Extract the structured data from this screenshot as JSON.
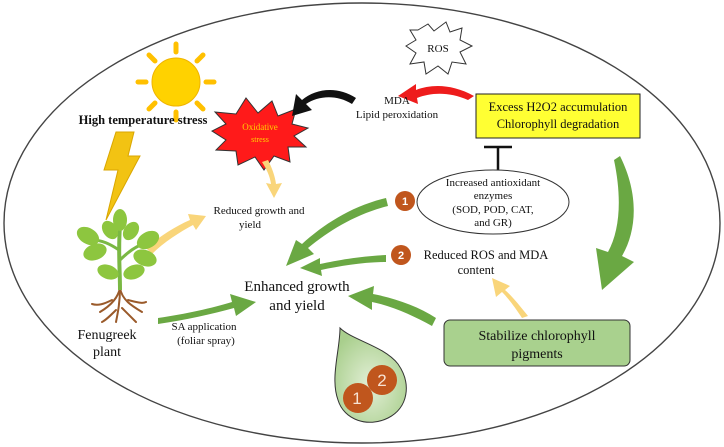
{
  "labels": {
    "high_temp": "High temperature stress",
    "oxidative_line1": "Oxidative",
    "oxidative_line2": "stress",
    "ros": "ROS",
    "mda_line1": "MDA",
    "mda_line2": "Lipid peroxidation",
    "excess_line1": "Excess H2O2 accumulation",
    "excess_line2": "Chlorophyll degradation",
    "antioxidant_line1": "Increased antioxidant",
    "antioxidant_line2": "enzymes",
    "antioxidant_line3": "(SOD, POD, CAT,",
    "antioxidant_line4": "and GR)",
    "reduced_growth_line1": "Reduced growth and",
    "reduced_growth_line2": "yield",
    "reduced_ros_line1": "Reduced ROS and MDA",
    "reduced_ros_line2": "content",
    "enhanced_line1": "Enhanced growth",
    "enhanced_line2": "and yield",
    "plant_line1": "Fenugreek",
    "plant_line2": "plant",
    "sa_line1": "SA application",
    "sa_line2": "(foliar spray)",
    "stabilize_line1": "Stabilize chlorophyll",
    "stabilize_line2": "pigments",
    "badge_1": "1",
    "badge_2": "2",
    "drop_1": "1",
    "drop_2": "2"
  },
  "colors": {
    "green_arrow": "#6aa843",
    "yellow_arrow": "#f9d57a",
    "red_arrow": "#ee1c1c",
    "badge": "#c0561d",
    "excess_box": "#ffff33",
    "stabilize_box": "#a9d18e",
    "sun": "#ffd200",
    "lightning": "#f2c313",
    "burst": "#ff1a1a"
  }
}
